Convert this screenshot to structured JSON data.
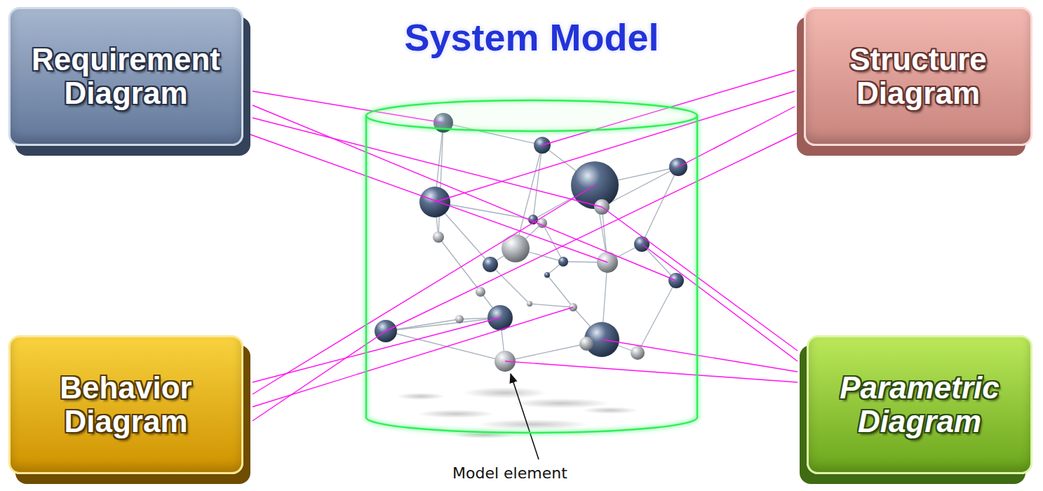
{
  "diagram": {
    "nodes": [
      {
        "text": [
          "Requirement Diagram"
        ]
      },
      {
        "text": [
          "System Model"
        ]
      },
      {
        "text": [
          "Structure Diagram"
        ]
      },
      {
        "text": [
          "Behavior Diagram"
        ]
      },
      {
        "text": [
          "Parametric Diagram"
        ]
      }
    ],
    "labels": [
      "Model element"
    ]
  }
}
